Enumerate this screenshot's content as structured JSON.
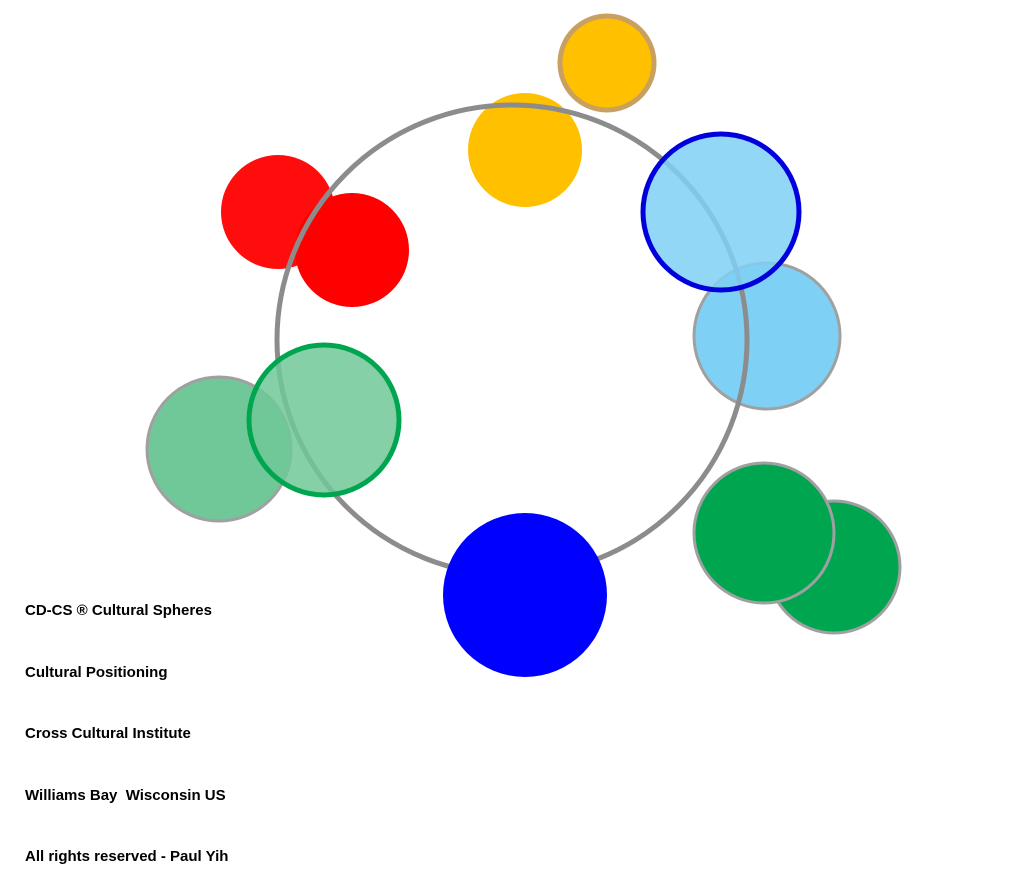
{
  "diagram": {
    "colors": {
      "ring": "#8c8c8c",
      "yellow": "#ffc000",
      "yellow_outline": "#c8a060",
      "red": "#ff0000",
      "light_blue": "#7fd0f5",
      "blue_outline": "#0000dd",
      "grey_outline": "#a0a0a0",
      "blue": "#0000ff",
      "light_green": "#70c898",
      "green": "#00a550",
      "green_outline": "#00a550"
    }
  },
  "caption": {
    "lines": [
      "CD-CS ® Cultural Spheres",
      "Cultural Positioning",
      "Cross Cultural Institute",
      "Williams Bay  Wisconsin US",
      "All rights reserved - Paul Yih"
    ]
  }
}
